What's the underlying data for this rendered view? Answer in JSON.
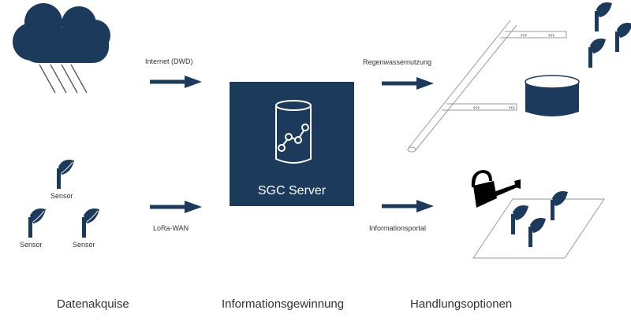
{
  "colors": {
    "primary": "#1b3a5c",
    "text": "#333333",
    "background": "#ffffff"
  },
  "sources": {
    "weather": {
      "icon": "rain-cloud-icon"
    },
    "sensors": [
      {
        "label": "Sensor",
        "icon": "plant-sensor-icon"
      },
      {
        "label": "Sensor",
        "icon": "plant-sensor-icon"
      },
      {
        "label": "Sensor",
        "icon": "plant-sensor-icon"
      }
    ]
  },
  "connections": {
    "internet": "Internet (DWD)",
    "lora": "LoRa-WAN",
    "rainwater": "Regenwassernutzung",
    "portal": "Informationsportal"
  },
  "server": {
    "label": "SGC Server",
    "icon": "database-chart-icon"
  },
  "outputs": {
    "rainwater": {
      "icons": [
        "pipe-icon",
        "water-tank-icon",
        "plant-icon"
      ]
    },
    "portal": {
      "icons": [
        "watering-can-icon",
        "field-icon",
        "plant-icon"
      ]
    }
  },
  "sections": {
    "acquisition": "Datenakquise",
    "processing": "Informationsgewinnung",
    "actions": "Handlungsoptionen"
  }
}
